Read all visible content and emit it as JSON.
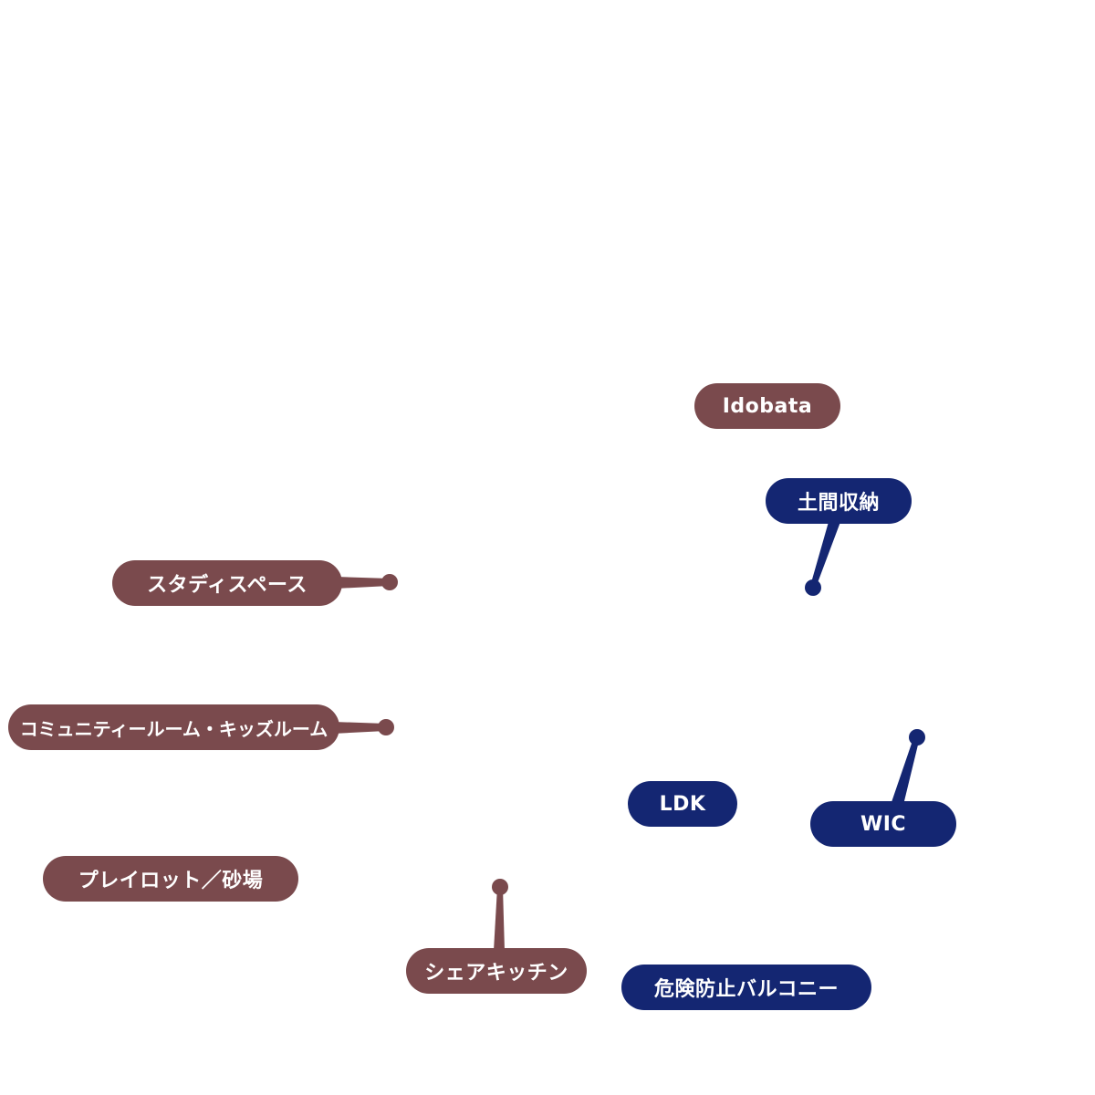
{
  "colors": {
    "shared": "#7a4a4d",
    "private": "#142672"
  },
  "labels": {
    "idobata": "Idobata",
    "doma_storage": "土間収納",
    "study_space": "スタディスペース",
    "community_room": "コミュニティールーム・キッズルーム",
    "ldk": "LDK",
    "wic": "WIC",
    "play_lot": "プレイロット／砂場",
    "share_kitchen": "シェアキッチン",
    "balcony": "危険防止バルコニー"
  }
}
